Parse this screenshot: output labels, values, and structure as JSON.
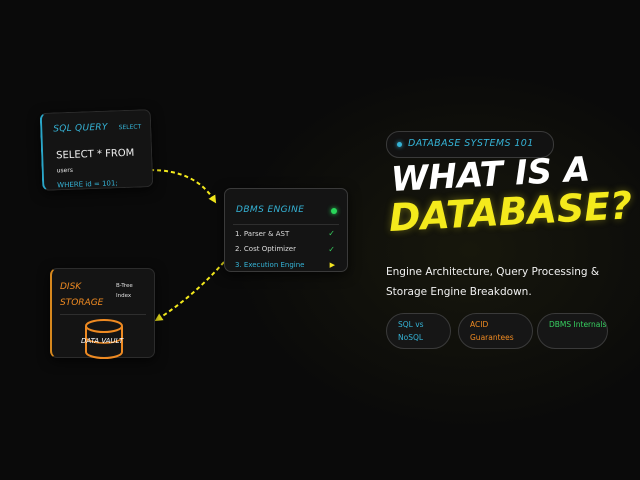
{
  "sql_card": {
    "title": "SQL QUERY",
    "tag": "SELECT",
    "line1": "SELECT * FROM",
    "line2": "users",
    "line3": "WHERE id = 101;"
  },
  "engine_card": {
    "title": "DBMS ENGINE",
    "steps": [
      {
        "label": "1. Parser & AST",
        "status": "done"
      },
      {
        "label": "2. Cost Optimizer",
        "status": "done"
      },
      {
        "label": "3. Execution Engine",
        "status": "active"
      }
    ]
  },
  "disk_card": {
    "title": "DISK STORAGE",
    "index_label": "B-Tree Index",
    "vault_label": "DATA VAULT"
  },
  "badge": {
    "text": "DATABASE SYSTEMS 101"
  },
  "headline": {
    "line1": "WHAT IS A",
    "line2": "DATABASE?"
  },
  "subtitle": "Engine Architecture, Query Processing & Storage Engine Breakdown.",
  "chips": [
    {
      "text": "SQL vs NoSQL",
      "color": "#35b3d6"
    },
    {
      "text": "ACID Guarantees",
      "color": "#ee8a22"
    },
    {
      "text": "DBMS Internals",
      "color": "#37d060"
    }
  ],
  "colors": {
    "accent_cyan": "#35b3d6",
    "accent_yellow": "#f4ea1c",
    "accent_orange": "#ee8a22",
    "accent_green": "#37d060",
    "background": "#0a0a0a"
  },
  "icons": {
    "status_dot": "green-dot-icon",
    "check": "check-icon",
    "play": "play-icon",
    "storage": "database-cylinder-icon"
  }
}
